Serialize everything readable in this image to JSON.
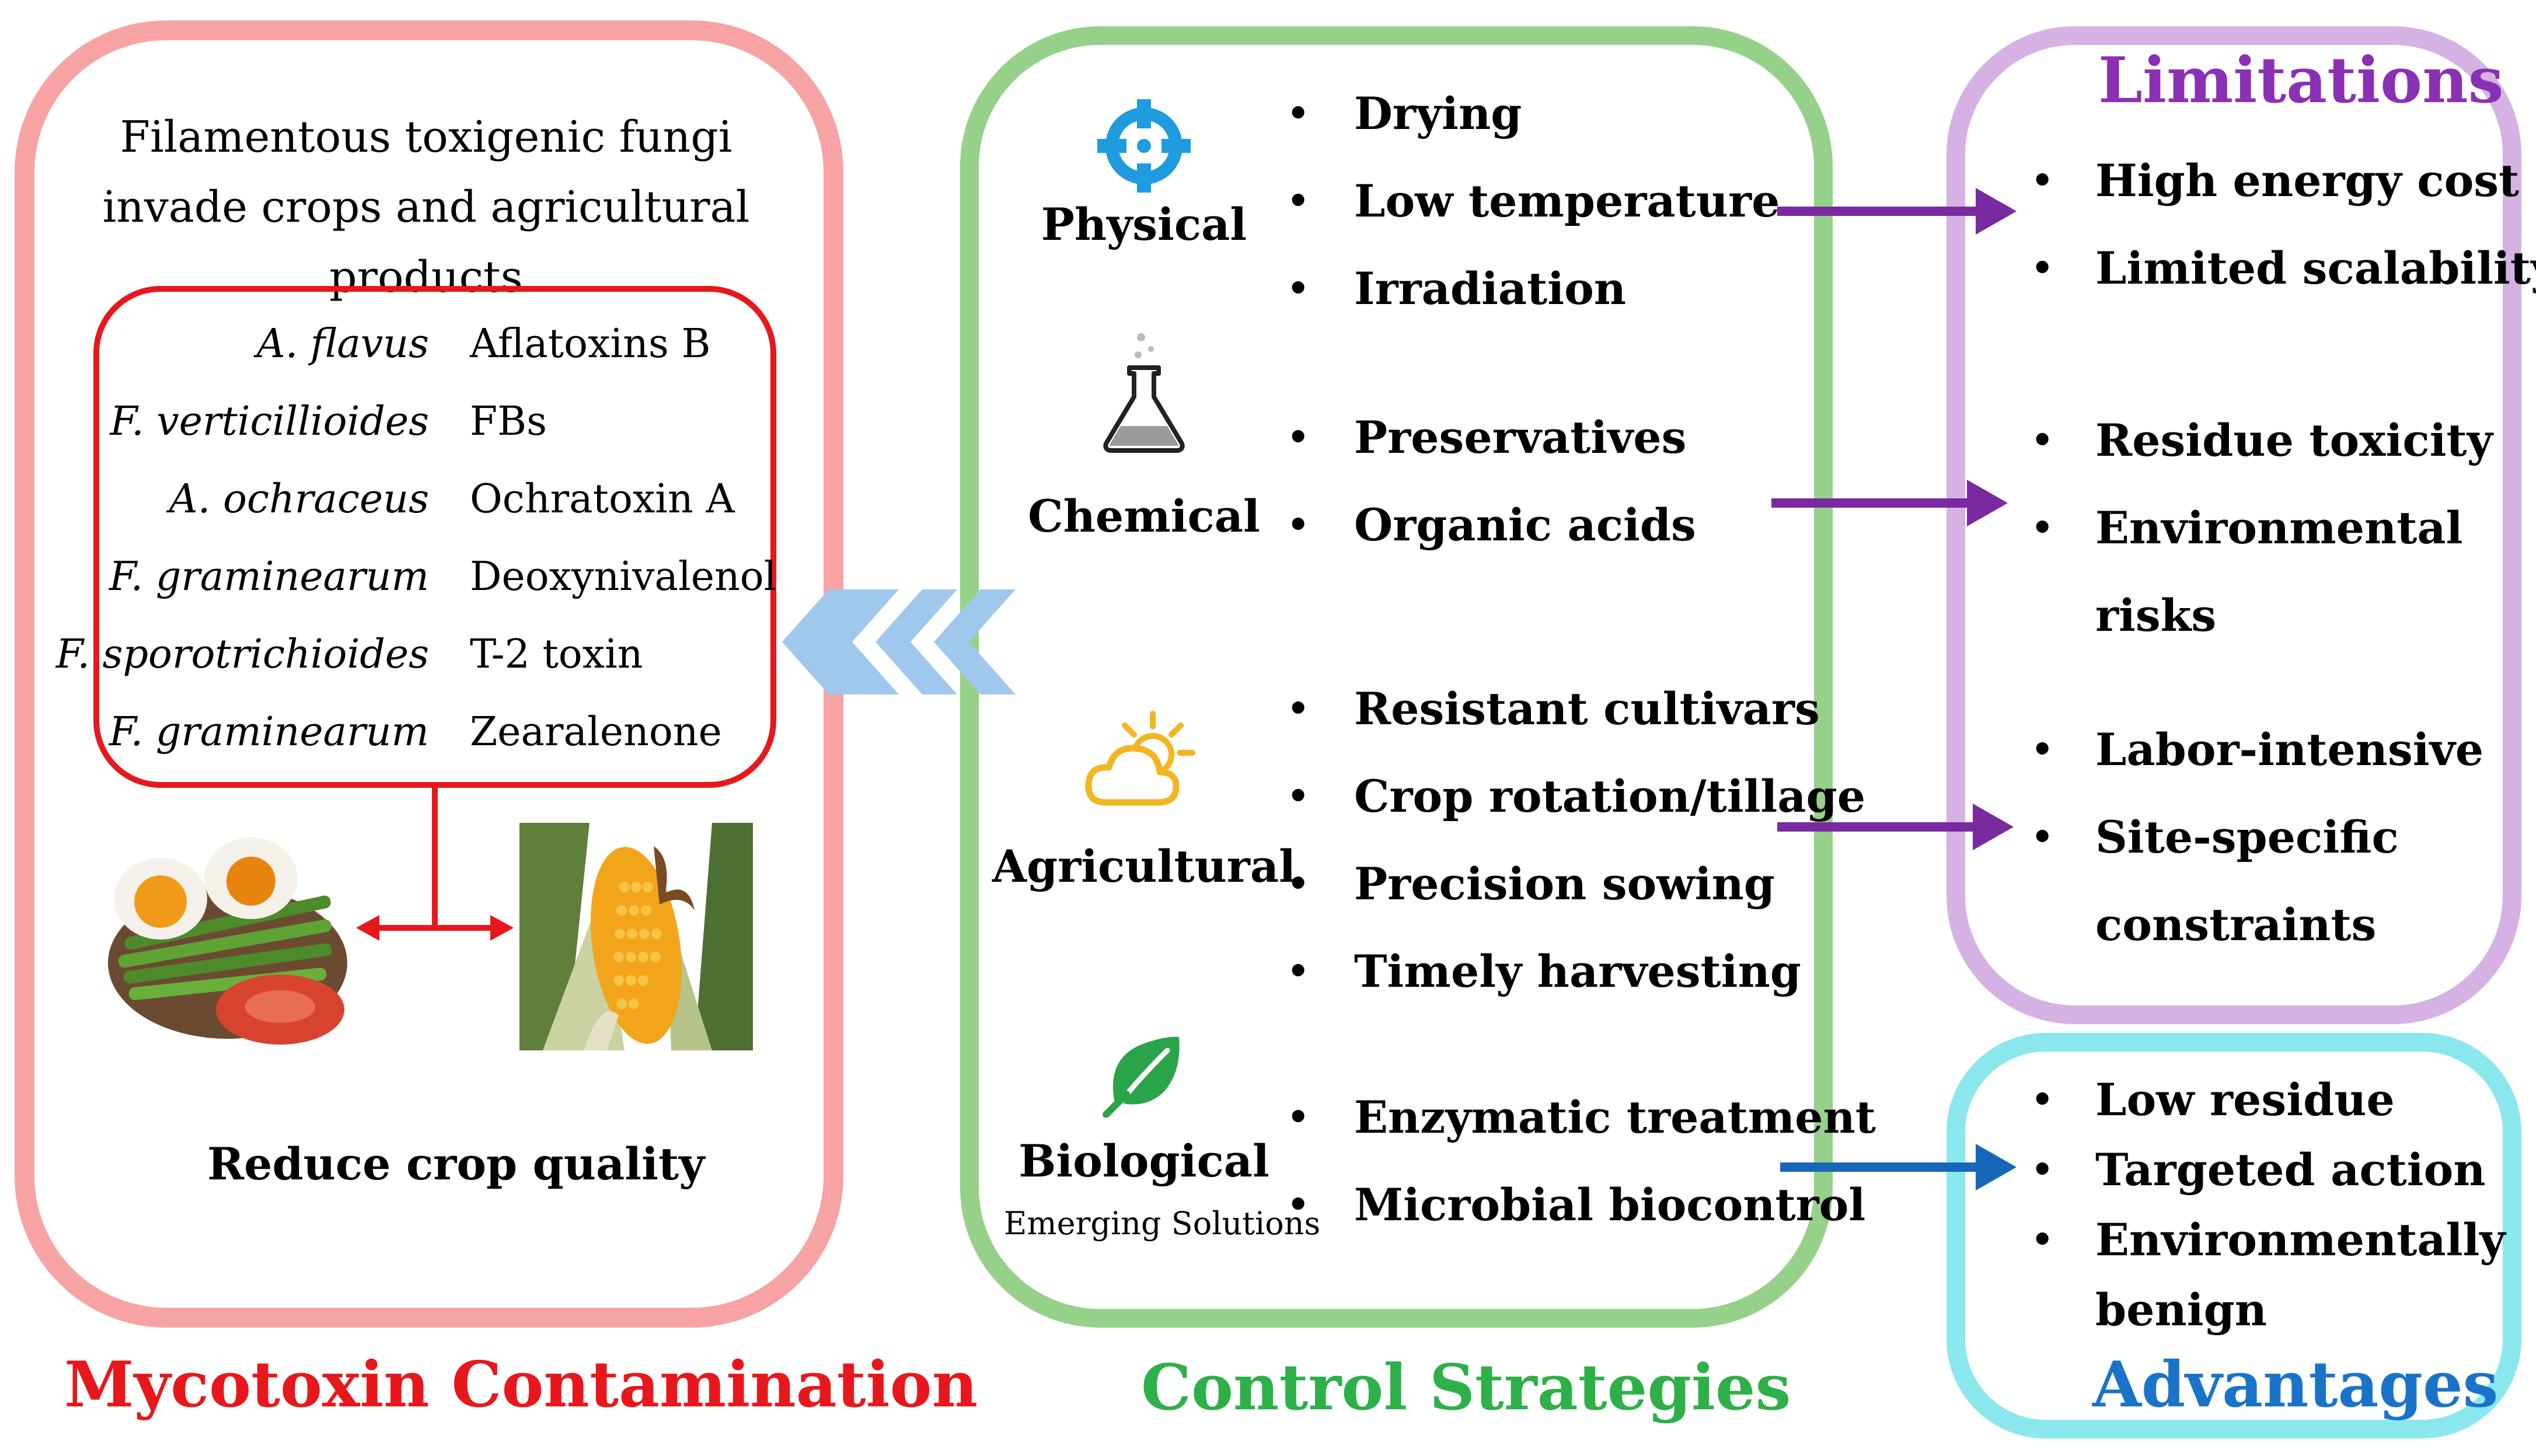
{
  "mycotoxin": {
    "title": "Mycotoxin Contamination",
    "intro": "Filamentous toxigenic fungi invade crops and agricultural products",
    "pairs": [
      {
        "species": "A. flavus",
        "toxin": "Aflatoxins B"
      },
      {
        "species": "F. verticillioides",
        "toxin": "FBs"
      },
      {
        "species": "A. ochraceus",
        "toxin": "Ochratoxin A"
      },
      {
        "species": "F. graminearum",
        "toxin": "Deoxynivalenol"
      },
      {
        "species": "F. sporotrichioides",
        "toxin": "T-2 toxin"
      },
      {
        "species": "F. graminearum",
        "toxin": "Zearalenone"
      }
    ],
    "effect": "Reduce crop quality"
  },
  "control": {
    "title": "Control Strategies",
    "categories": [
      {
        "label": "Physical",
        "icon": "crosshair-icon",
        "items": [
          "Drying",
          "Low temperature",
          "Irradiation"
        ]
      },
      {
        "label": "Chemical",
        "icon": "flask-icon",
        "items": [
          "Preservatives",
          "Organic acids"
        ]
      },
      {
        "label": "Agricultural",
        "icon": "sun-cloud-icon",
        "items": [
          "Resistant cultivars",
          "Crop rotation/tillage",
          "Precision sowing",
          "Timely harvesting"
        ]
      },
      {
        "label": "Biological",
        "sublabel": "Emerging Solutions",
        "icon": "leaf-icon",
        "items": [
          "Enzymatic treatment",
          "Microbial biocontrol"
        ]
      }
    ]
  },
  "limitations": {
    "title": "Limitations",
    "items": [
      "High energy cost",
      "Limited scalability",
      "Residue toxicity",
      "Environmental",
      "risks",
      "Labor-intensive",
      "Site-specific",
      "constraints"
    ]
  },
  "advantages": {
    "title": "Advantages",
    "items": [
      "Low residue",
      "Targeted action",
      "Environmentally",
      "benign"
    ]
  },
  "colors": {
    "myco_border": "#f7a3a3",
    "myco_title": "#e8171b",
    "control_border": "#96d18a",
    "control_title": "#2db048",
    "limit_border": "#d5b1e4",
    "limit_title": "#8b2fb5",
    "adv_border": "#8be7ee",
    "adv_title": "#1a73c9",
    "purple_arrow": "#7a2aa0",
    "blue_arrow": "#1667b8",
    "chevron": "#9fc8ec"
  }
}
